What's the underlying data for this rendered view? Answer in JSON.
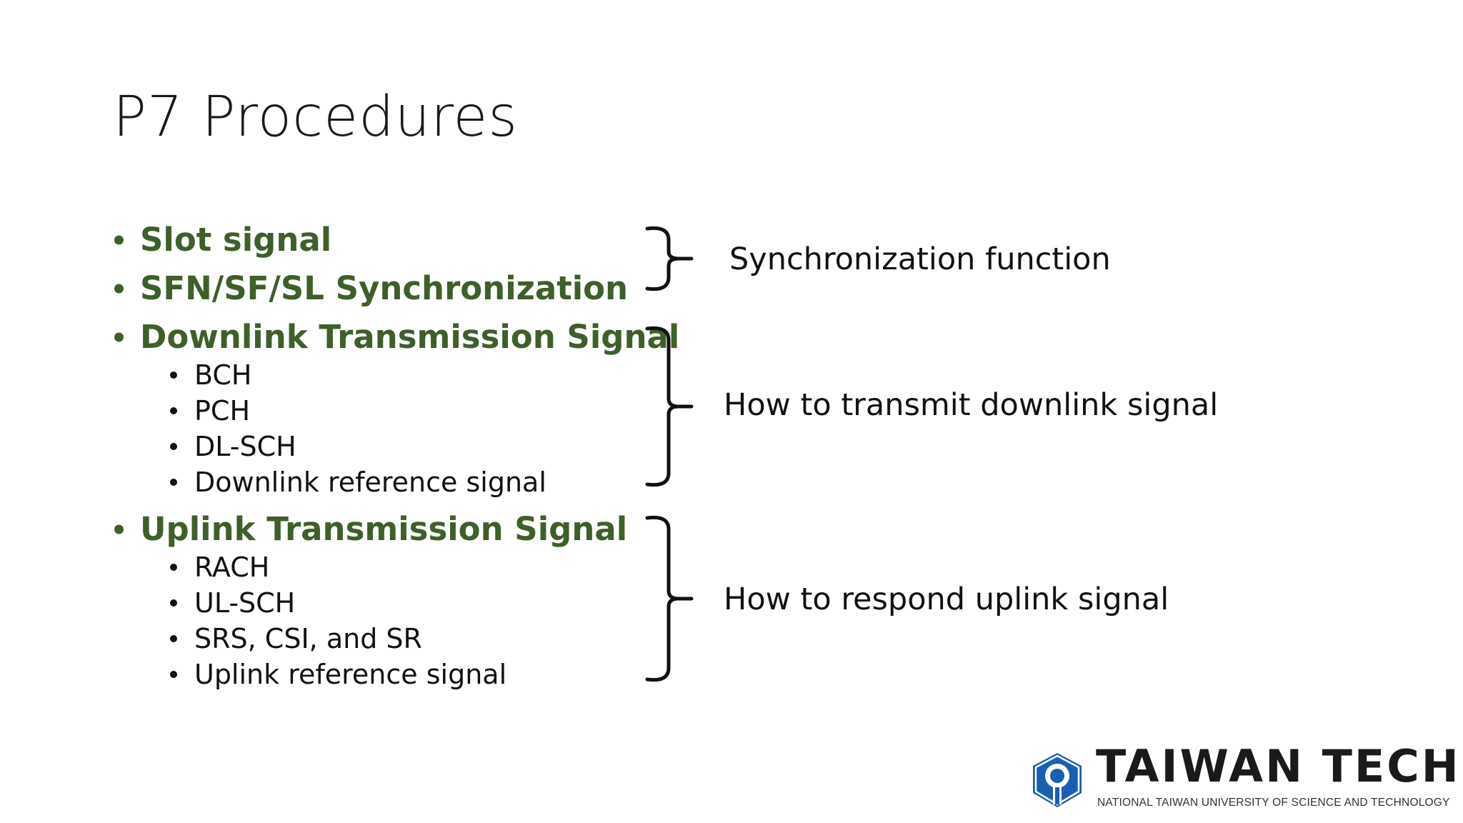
{
  "slide": {
    "title": "P7 Procedures"
  },
  "bullets": [
    {
      "level": 1,
      "text": "Slot signal"
    },
    {
      "level": 1,
      "text": "SFN/SF/SL Synchronization"
    },
    {
      "level": 1,
      "text": "Downlink Transmission Signal"
    },
    {
      "level": 2,
      "text": "BCH"
    },
    {
      "level": 2,
      "text": "PCH"
    },
    {
      "level": 2,
      "text": "DL-SCH"
    },
    {
      "level": 2,
      "text": "Downlink reference signal"
    },
    {
      "level": 1,
      "text": "Uplink Transmission Signal"
    },
    {
      "level": 2,
      "text": "RACH"
    },
    {
      "level": 2,
      "text": "UL-SCH"
    },
    {
      "level": 2,
      "text": "SRS, CSI, and SR"
    },
    {
      "level": 2,
      "text": "Uplink reference signal"
    }
  ],
  "annotations": [
    {
      "text": "Synchronization function"
    },
    {
      "text": "How to transmit downlink signal"
    },
    {
      "text": "How to respond uplink signal"
    }
  ],
  "colors": {
    "heading_bullet_green": "#3f5f2a",
    "text": "#111111",
    "logo_blue": "#1a5fb4"
  },
  "logo": {
    "icon": "taiwan-tech-emblem-icon",
    "wordmark": "TAIWAN TECH",
    "subtitle": "NATIONAL TAIWAN UNIVERSITY OF SCIENCE AND TECHNOLOGY"
  }
}
